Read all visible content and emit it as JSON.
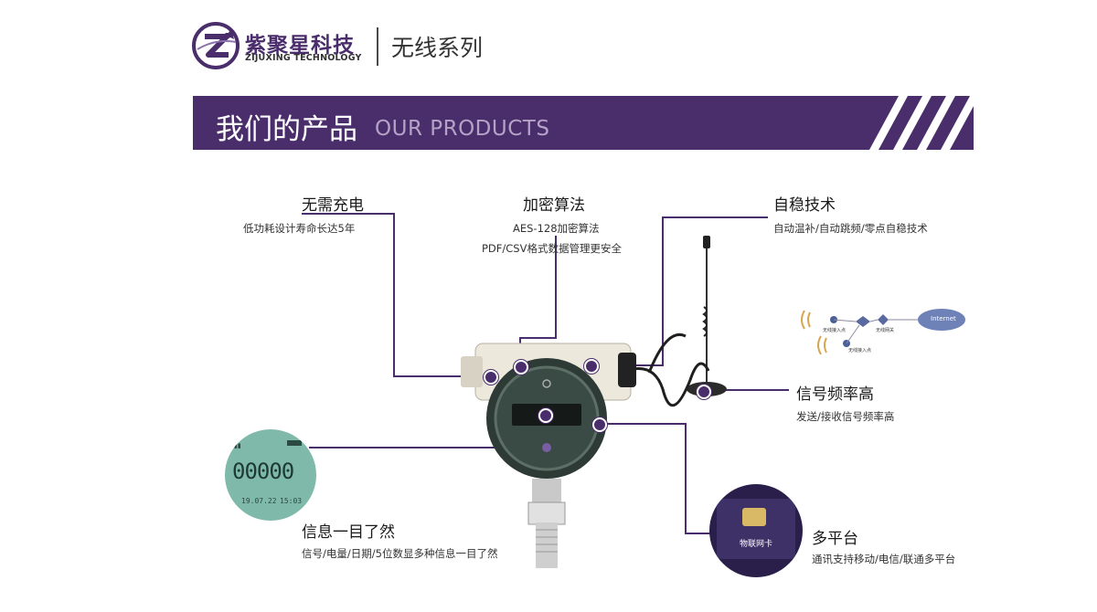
{
  "header": {
    "brand_cn": "紫聚星科技",
    "brand_en": "ZIJUXING TECHNOLOGY",
    "series": "无线系列"
  },
  "banner": {
    "title_cn": "我们的产品",
    "title_en": "OUR PRODUCTS"
  },
  "features": {
    "charging": {
      "title": "无需充电",
      "desc": "低功耗设计寿命长达5年"
    },
    "encryption": {
      "title": "加密算法",
      "desc1": "AES-128加密算法",
      "desc2": "PDF/CSV格式数据管理更安全"
    },
    "self_stable": {
      "title": "自稳技术",
      "desc": "自动温补/自动跳频/零点自稳技术"
    },
    "signal": {
      "title": "信号频率高",
      "desc": "发送/接收信号频率高"
    },
    "display": {
      "title": "信息一目了然",
      "desc": "信号/电量/日期/5位数显多种信息一目了然"
    },
    "multi_platform": {
      "title": "多平台",
      "desc": "通讯支持移动/电信/联通多平台"
    }
  },
  "lcd": {
    "digits": "00000",
    "date": "19.07.22",
    "time": "15:03"
  },
  "sim": {
    "label": "物联网卡"
  },
  "network": {
    "cloud": "Internet",
    "node1": "无线接入点",
    "node2": "无线接入点",
    "gateway": "无线网关"
  },
  "colors": {
    "brand_purple": "#4a2d6b",
    "lcd_green": "#7fb9aa"
  }
}
